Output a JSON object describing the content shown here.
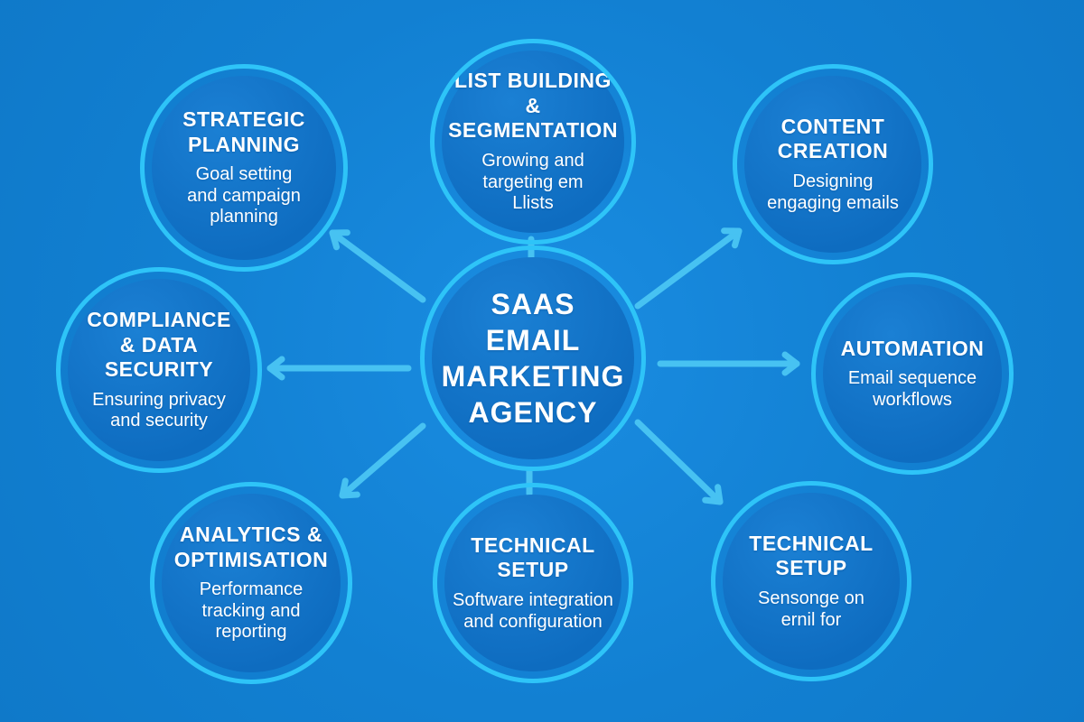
{
  "diagram": {
    "title": "SaaS Email Marketing Agency mind map",
    "center": {
      "title": "SAAS\nEMAIL\nMARKETING\nAGENCY"
    },
    "nodes": [
      {
        "id": "strategic-planning",
        "title": "STRATEGIC\nPLANNING",
        "subtitle": "Goal setting\nand campaign\nplanning"
      },
      {
        "id": "list-building-segmentation",
        "title": "LIST BUILDING\n&\nSEGMENTATION",
        "subtitle": "Growing and\ntargeting em\nLlists"
      },
      {
        "id": "content-creation",
        "title": "CONTENT\nCREATION",
        "subtitle": "Designing\nengaging emails"
      },
      {
        "id": "compliance-data-security",
        "title": "COMPLIANCE\n& DATA\nSECURITY",
        "subtitle": "Ensuring privacy\nand security"
      },
      {
        "id": "automation",
        "title": "AUTOMATION",
        "subtitle": "Email sequence\nworkflows"
      },
      {
        "id": "analytics-optimisation",
        "title": "ANALYTICS &\nOPTIMISATION",
        "subtitle": "Performance\ntracking and\nreporting"
      },
      {
        "id": "technical-setup-center",
        "title": "TECHNICAL\nSETUP",
        "subtitle": "Software integration\nand configuration"
      },
      {
        "id": "technical-setup-right",
        "title": "TECHNICAL\nSETUP",
        "subtitle": "Sensonge on\nernil for"
      }
    ],
    "colors": {
      "background": "#1585da",
      "node_fill": "#0e6cc0",
      "ring": "#2ec4f8",
      "arrow": "#47c2f2",
      "text": "#ffffff"
    }
  }
}
